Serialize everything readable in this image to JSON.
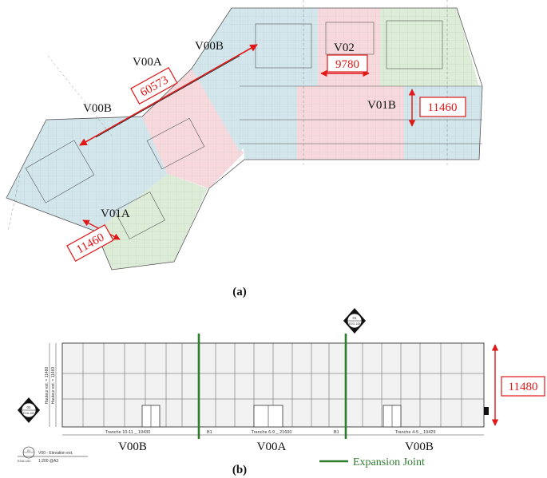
{
  "plan": {
    "zones": {
      "v00b_left": "V00B",
      "v00a": "V00A",
      "v00b_top": "V00B",
      "v02": "V02",
      "v01b": "V01B",
      "v01a": "V01A"
    },
    "dimensions": {
      "diag": "60573",
      "v02_width": "9780",
      "v01b_height": "11460",
      "v01a_width": "11460"
    },
    "caption": "(a)"
  },
  "elevation": {
    "zones": {
      "left": "V00B",
      "mid": "V00A",
      "right": "V00B"
    },
    "height_dim": "11480",
    "legend": "Expansion Joint",
    "caption": "(b)",
    "tranche_left": "Tranche 10-11 _ 19430",
    "tranche_mid": "Tranche 6-9 _ 21600",
    "tranche_right": "Tranche 4-5 _ 19429",
    "joint_left": "B1",
    "joint_right": "B1",
    "title_ref": "01",
    "title_text": "V00 - Elevation ext.",
    "title_sheet": "EGA-102",
    "title_scale": "1:200 @A3",
    "section_left_num": "02",
    "section_left_sheet": "EGA-100",
    "section_top_num": "01",
    "section_top_sheet": "EGO-109",
    "height_label_1": "Hauteur ext. = 11480",
    "height_label_2": "Hauteur ext. = 11460"
  },
  "colors": {
    "blue_zone": "#d3e6ec",
    "pink_zone": "#f7d9dd",
    "green_zone": "#ddecd6",
    "dim_red": "#e01818",
    "joint_green": "#2e7d2e"
  }
}
